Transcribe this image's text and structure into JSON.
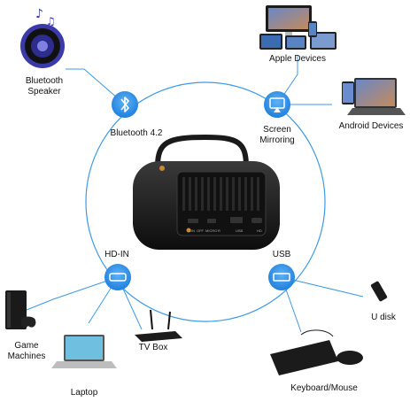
{
  "connectivity": {
    "bluetooth": {
      "label": "Bluetooth 4.2",
      "icon": "bluetooth-icon"
    },
    "screen_mirroring": {
      "label_line1": "Screen",
      "label_line2": "Mirroring",
      "icon": "screen-mirroring-icon"
    },
    "hdmi_in": {
      "label": "HD-IN",
      "icon": "hdmi-port-icon"
    },
    "usb": {
      "label": "USB",
      "icon": "usb-port-icon"
    }
  },
  "devices": {
    "bluetooth_speaker": {
      "label_line1": "Bluetooth",
      "label_line2": "Speaker"
    },
    "apple_devices": {
      "label": "Apple Devices"
    },
    "android_devices": {
      "label": "Android Devices"
    },
    "game_machines": {
      "label_line1": "Game",
      "label_line2": "Machines"
    },
    "laptop": {
      "label": "Laptop"
    },
    "tv_box": {
      "label": "TV Box"
    },
    "u_disk": {
      "label": "U disk"
    },
    "keyboard_mouse": {
      "label": "Keyboard/Mouse"
    }
  },
  "projector": {
    "port_labels": [
      "ON",
      "OFF",
      "MICRO",
      "R",
      "USB",
      "HD"
    ]
  },
  "colors": {
    "accent": "#2f8fe6",
    "line": "#3c9ae8",
    "device_dark": "#1b1b1b"
  }
}
